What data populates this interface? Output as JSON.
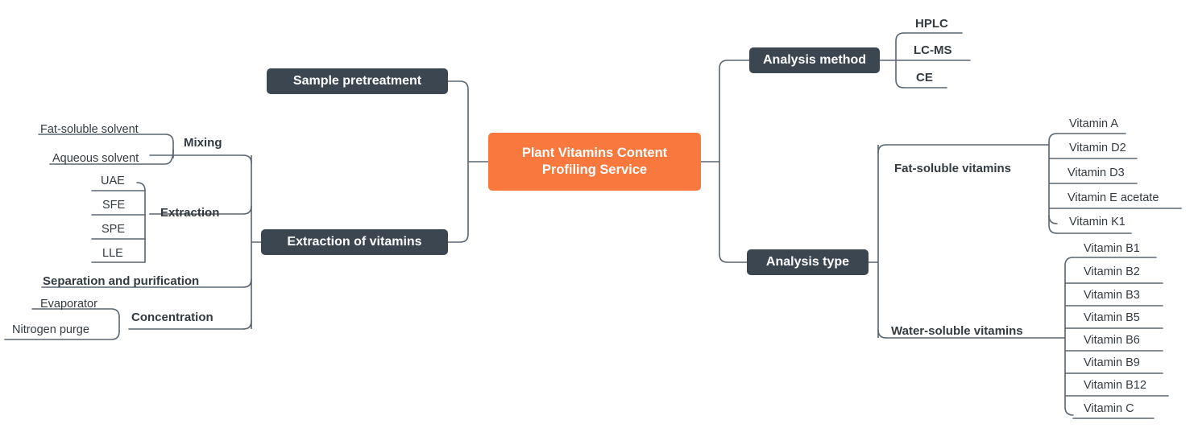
{
  "diagram": {
    "type": "mind-map",
    "title": "Plant Vitamins Content Profiling Service",
    "colors": {
      "root_fill": "#F8783D",
      "root_text": "#FFFFFF",
      "branch_fill": "#3C4650",
      "branch_text": "#FFFFFF",
      "label_text": "#333A40",
      "connector": "#5A6570",
      "background": "#FFFFFF"
    }
  },
  "root": {
    "label_line1": "Plant Vitamins Content",
    "label_line2": "Profiling Service"
  },
  "left": {
    "branches": [
      {
        "id": "sample-pretreatment",
        "label": "Sample pretreatment"
      },
      {
        "id": "extraction-of-vitamins",
        "label": "Extraction of vitamins"
      }
    ],
    "groups": [
      {
        "id": "mixing",
        "label": "Mixing",
        "items": [
          {
            "label": "Fat-soluble solvent"
          },
          {
            "label": "Aqueous solvent"
          }
        ]
      },
      {
        "id": "extraction",
        "label": "Extraction",
        "items": [
          {
            "label": "UAE"
          },
          {
            "label": "SFE"
          },
          {
            "label": "SPE"
          },
          {
            "label": "LLE"
          }
        ]
      },
      {
        "id": "separation-and-purification",
        "label": "Separation and purification",
        "items": []
      },
      {
        "id": "concentration",
        "label": "Concentration",
        "items": [
          {
            "label": "Evaporator"
          },
          {
            "label": "Nitrogen purge"
          }
        ]
      }
    ]
  },
  "right": {
    "branches": [
      {
        "id": "analysis-method",
        "label": "Analysis method"
      },
      {
        "id": "analysis-type",
        "label": "Analysis type"
      }
    ],
    "analysis_method_items": [
      {
        "label": "HPLC"
      },
      {
        "label": "LC-MS"
      },
      {
        "label": "CE"
      }
    ],
    "analysis_type_groups": [
      {
        "id": "fat-soluble-vitamins",
        "label": "Fat-soluble vitamins",
        "items": [
          {
            "label": "Vitamin A"
          },
          {
            "label": "Vitamin D2"
          },
          {
            "label": "Vitamin D3"
          },
          {
            "label": "Vitamin E acetate"
          },
          {
            "label": "Vitamin K1"
          }
        ]
      },
      {
        "id": "water-soluble-vitamins",
        "label": "Water-soluble vitamins",
        "items": [
          {
            "label": "Vitamin B1"
          },
          {
            "label": "Vitamin B2"
          },
          {
            "label": "Vitamin B3"
          },
          {
            "label": "Vitamin B5"
          },
          {
            "label": "Vitamin B6"
          },
          {
            "label": "Vitamin B9"
          },
          {
            "label": "Vitamin B12"
          },
          {
            "label": "Vitamin C"
          }
        ]
      }
    ]
  }
}
